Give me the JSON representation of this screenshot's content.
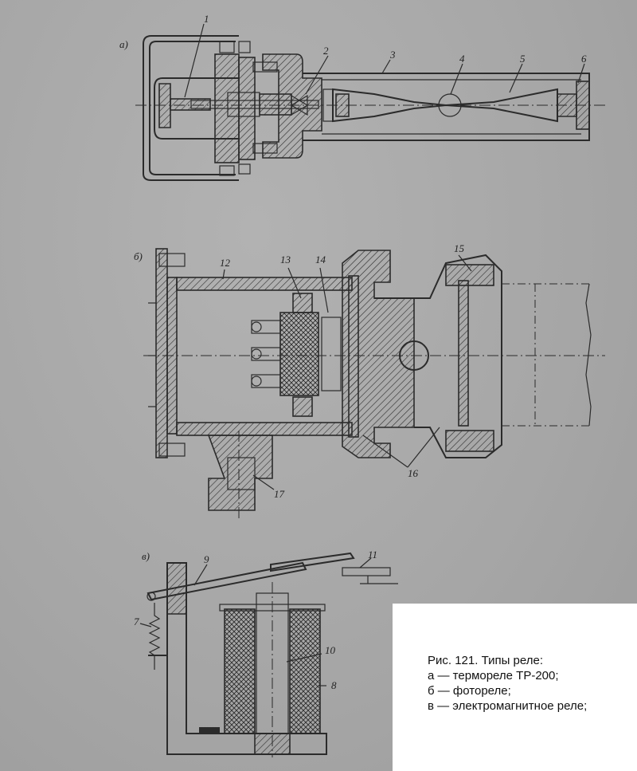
{
  "figure": {
    "panels": {
      "a": {
        "label": "a)"
      },
      "b": {
        "label": "б)"
      },
      "v": {
        "label": "в)"
      }
    },
    "callouts": [
      "1",
      "2",
      "3",
      "4",
      "5",
      "6",
      "7",
      "8",
      "9",
      "10",
      "11",
      "12",
      "13",
      "14",
      "15",
      "16",
      "17"
    ]
  },
  "caption": {
    "title": "Рис. 121. Типы реле:",
    "items": [
      "а — термореле ТР-200;",
      "б — фотореле;",
      "в — электромагнитное реле;"
    ]
  }
}
